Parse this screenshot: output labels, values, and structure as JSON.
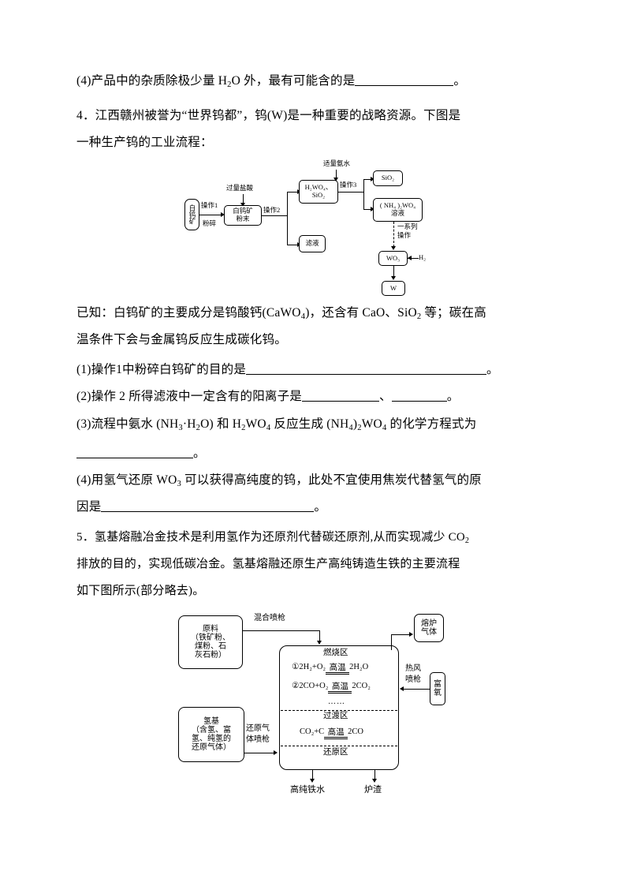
{
  "document": {
    "language": "zh-CN",
    "type": "chemistry-worksheet"
  },
  "q3_item4": {
    "text_before": "(4)产品中的杂质除极少量 H",
    "sub1": "2",
    "text_mid": "O 外，最有可能含的是",
    "text_after": "。"
  },
  "question4": {
    "number": "4．",
    "stem_line1": "江西赣州被誉为“世界钨都”，钨(W)是一种重要的战略资源。下图是",
    "stem_line2": "一种生产钨的工业流程：",
    "known_line1_a": "已知：白钨矿的主要成分是钨酸钙(CaWO",
    "known_sub1": "4",
    "known_line1_b": ")，还含有 CaO、SiO",
    "known_sub2": "2",
    "known_line1_c": " 等；碳在高",
    "known_line2": "温条件下会与金属钨反应生成碳化钨。",
    "sub_questions": [
      {
        "label": "(1)",
        "text": "操作1中粉碎白钨矿的目的是",
        "blank_width": 305,
        "tail": "。"
      },
      {
        "label": "(2)",
        "text": "操作 2 所得滤液中一定含有的阳离子是",
        "blank_width": 98,
        "separator": "、",
        "blank2_width": 70,
        "tail": "。"
      },
      {
        "label": "(3)",
        "text_a": "流程中氨水 (NH",
        "sub_a": "3",
        "text_b": "·H",
        "sub_b": "2",
        "text_c": "O) 和 H",
        "sub_c": "2",
        "text_d": "WO",
        "sub_d": "4",
        "text_e": " 反应生成 (NH",
        "sub_e": "4",
        "text_f": ")",
        "sub_f": "2",
        "text_g": "WO",
        "sub_g": "4",
        "text_h": " 的化学方程式为",
        "blank_width": 148,
        "tail": "。"
      },
      {
        "label": "(4)",
        "text_a": "用氢气还原 WO",
        "sub_a": "3",
        "text_b": " 可以获得高纯度的钨，此处不宜使用焦炭代替氢气的原",
        "text_c": "因是",
        "blank_width": 270,
        "tail": "。"
      }
    ]
  },
  "diagram_tungsten": {
    "name": "tungsten-production-flowchart",
    "nodes": [
      {
        "id": "scheelite",
        "label": "白钨矿",
        "orientation": "vertical"
      },
      {
        "id": "powder",
        "label_lines": [
          "白钨矿",
          "粉末"
        ]
      },
      {
        "id": "h2wo4_sio2",
        "label_lines": [
          "H₂WO₄、",
          "SiO₂"
        ]
      },
      {
        "id": "filtrate",
        "label_lines": [
          "滤液"
        ]
      },
      {
        "id": "sio2",
        "label_lines": [
          "SiO₂"
        ]
      },
      {
        "id": "nh4_2wo4",
        "label_lines": [
          "( NH₄ )₂WO₄",
          "溶液"
        ]
      },
      {
        "id": "wo3",
        "label_lines": [
          "WO₃"
        ]
      },
      {
        "id": "w",
        "label_lines": [
          "W"
        ]
      }
    ],
    "edge_labels": {
      "op1": "操作1",
      "crush": "粉碎",
      "excess_hcl": "过量盐酸",
      "op2": "操作2",
      "ammonia": "适量氨水",
      "op3": "操作3",
      "series_line1": "一系列",
      "series_line2": "操作",
      "h2": "H₂"
    }
  },
  "question5": {
    "number": "5．",
    "line1_a": "氢基熔融冶金技术是利用氢作为还原剂代替碳还原剂,从而实现减少 CO",
    "line1_sub": "2",
    "line2": "排放的目的，实现低碳冶金。氢基熔融还原生产高纯铸造生铁的主要流程",
    "line3": "如下图所示(部分略去)。"
  },
  "diagram_hydrogen": {
    "name": "hydrogen-smelting-flowchart",
    "raw_material": {
      "line1": "原料",
      "line2": "（铁矿粉、",
      "line3": "煤粉、石",
      "line4": "灰石粉）"
    },
    "hydrogen_base": {
      "line1": "氢基",
      "line2": "（含氢、富",
      "line3": "氢、纯氢的",
      "line4": "还原气体）"
    },
    "furnace_gas": {
      "line1": "熔炉",
      "line2": "气体"
    },
    "oxygen_rich": {
      "line1": "富",
      "line2": "氧"
    },
    "labels": {
      "mixed_lance": "混合喷枪",
      "reducing_lance_line1": "还原气",
      "reducing_lance_line2": "体喷枪",
      "hot_blast_line1": "热风",
      "hot_blast_line2": "喷枪"
    },
    "reactor": {
      "zone1_title": "燃烧区",
      "reaction1_left": "①2H₂+O₂",
      "reaction1_cond": "高温",
      "reaction1_right": "2H₂O",
      "reaction2_left": "②2CO+O₂",
      "reaction2_cond": "高温",
      "reaction2_right": "2CO₂",
      "ellipsis": "……",
      "zone2_title": "过渡区",
      "reaction3_left": "CO₂+C",
      "reaction3_cond": "高温",
      "reaction3_right": "2CO",
      "zone3_title": "还原区"
    },
    "outputs": {
      "iron": "高纯铁水",
      "slag": "炉渣"
    }
  }
}
